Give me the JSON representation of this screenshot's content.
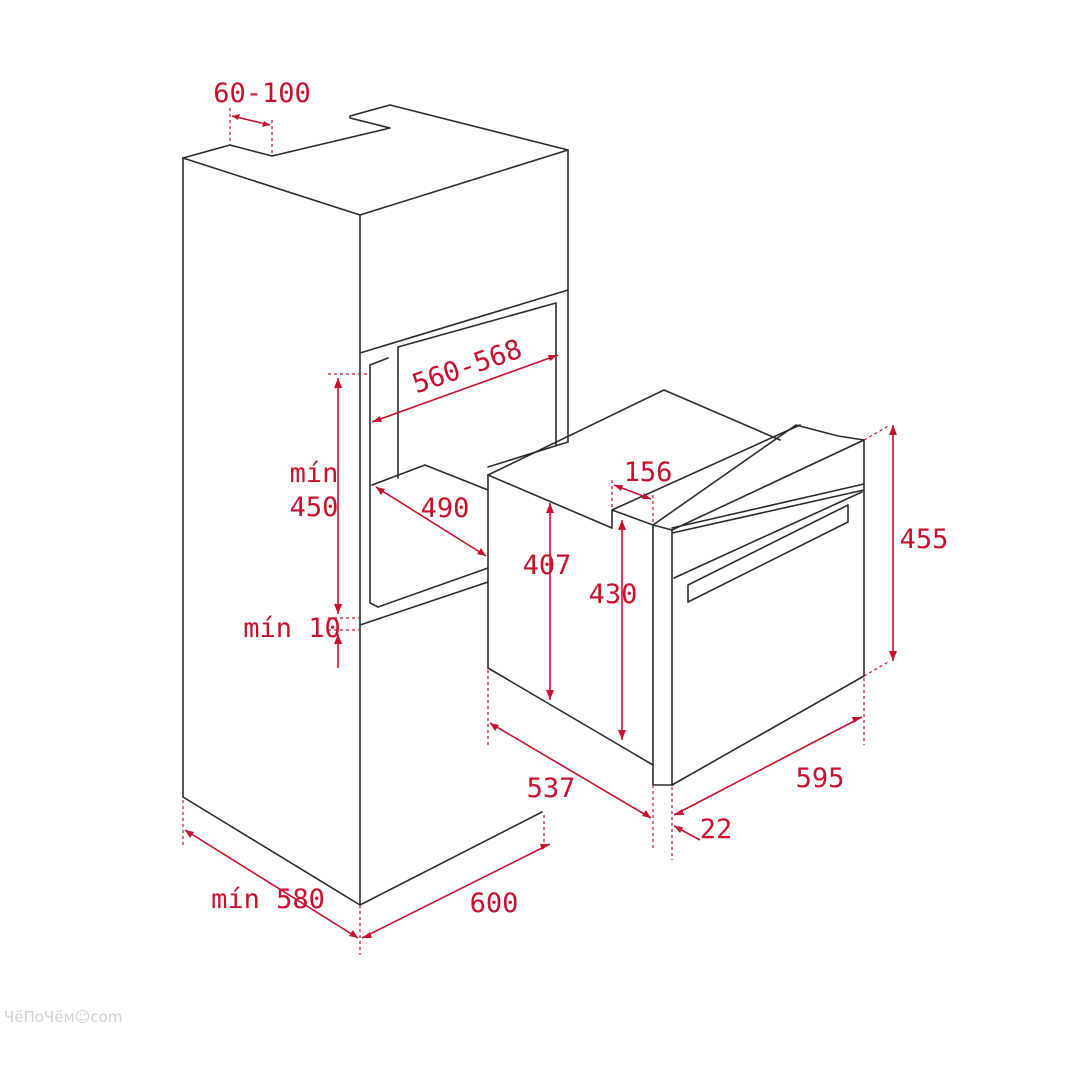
{
  "colors": {
    "dimension": "#c8102e",
    "outline": "#2b2b2b",
    "background": "#ffffff",
    "watermark": "#d0d0d0"
  },
  "dimensions": {
    "top_gap": "60-100",
    "niche_width": "560-568",
    "niche_height_min": "mín",
    "niche_height_value": "450",
    "niche_depth": "490",
    "bottom_gap": "mín 10",
    "cabinet_depth": "mín 580",
    "cabinet_width": "600",
    "top_recess": "156",
    "body_height_front": "407",
    "body_height_back": "430",
    "front_height": "455",
    "body_depth": "537",
    "oven_width": "595",
    "front_thickness": "22"
  },
  "watermark": "ЧёПоЧём☺com"
}
